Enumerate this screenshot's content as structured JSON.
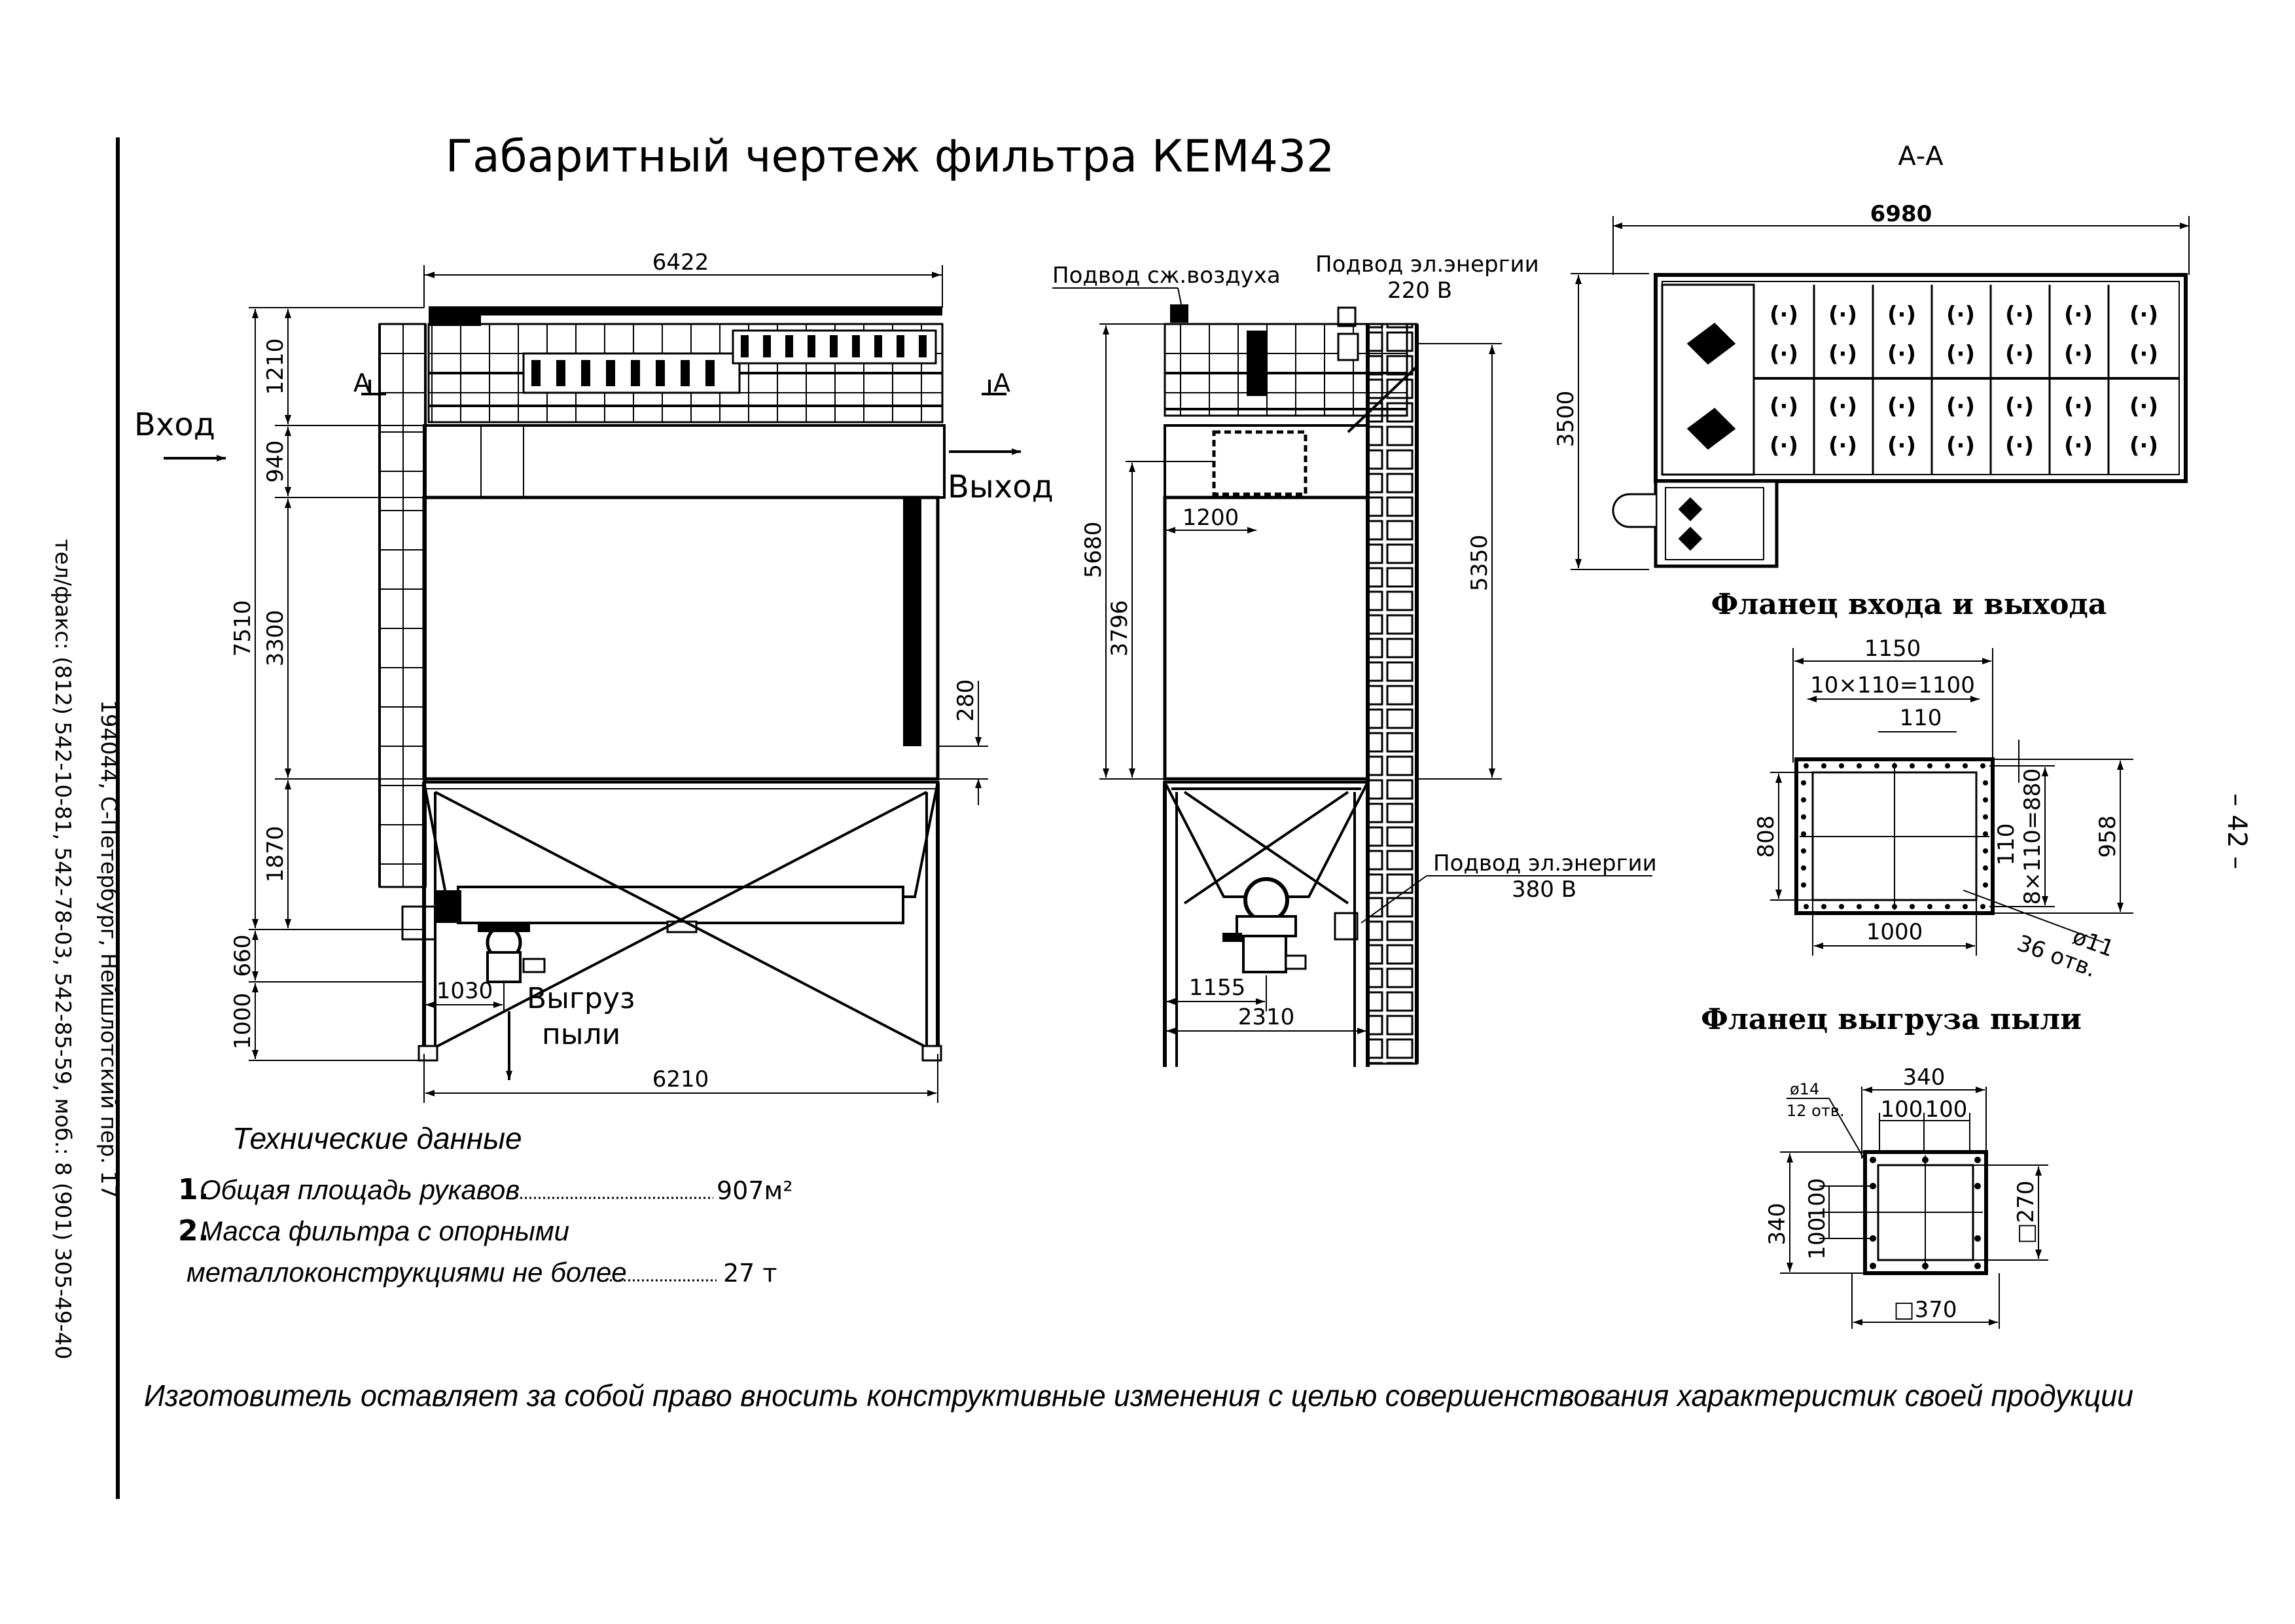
{
  "title": "Габаритный чертеж фильтра КЕМ432",
  "section_label": "А-А",
  "side_address": {
    "line1": "194044, С-Петербург, Нейшлотский пер. 17",
    "line2": "тел/факс: (812) 542-10-81, 542-78-03, 542-85-59, моб.: 8 (901) 305-49-40"
  },
  "page_number": "– 42 –",
  "front_view": {
    "inlet": "Вход",
    "outlet": "Выход",
    "dust_discharge_line1": "Выгруз",
    "dust_discharge_line2": "пыли",
    "section_mark_left": "А",
    "section_mark_right": "А",
    "dims": {
      "top_width": "6422",
      "bottom_width": "6210",
      "h1210": "1210",
      "h940": "940",
      "h3300": "3300",
      "h1870": "1870",
      "h660": "660",
      "h1000": "1000",
      "total_height": "7510",
      "h280": "280",
      "w1030": "1030"
    }
  },
  "side_view": {
    "air_supply": "Подвод сж.воздуха",
    "power_220_line1": "Подвод эл.энергии",
    "power_220_line2": "220 В",
    "power_380_line1": "Подвод эл.энергии",
    "power_380_line2": "380 В",
    "dims": {
      "h5680": "5680",
      "h3796": "3796",
      "h5350": "5350",
      "w1200": "1200",
      "w1155": "1155",
      "w2310": "2310"
    }
  },
  "plan_view": {
    "dims": {
      "width": "6980",
      "depth": "3500"
    }
  },
  "inlet_flange": {
    "title": "Фланец входа и выхода",
    "dims": {
      "outer_width": "1150",
      "bolt_span": "10×110=1100",
      "pitch_top": "110",
      "pitch_side": "110",
      "side_span": "8×110=880",
      "outer_height": "958",
      "inner_height": "808",
      "inner_width": "1000",
      "hole_dia": "ø11",
      "hole_count": "36 отв."
    }
  },
  "dust_flange": {
    "title": "Фланец выгруза пыли",
    "dims": {
      "hole_dia": "ø14",
      "hole_count": "12 отв.",
      "outer": "340",
      "pitch_top_1": "100",
      "pitch_top_2": "100",
      "outer_side": "340",
      "pitch_side_1": "100",
      "pitch_side_2": "100",
      "inner_square": "□270",
      "bottom_square": "□370"
    }
  },
  "tech_data": {
    "heading": "Технические данные",
    "item1_num": "1.",
    "item1_text": "Общая площадь рукавов",
    "item1_value": "907м²",
    "item2_num": "2.",
    "item2_text_line1": "Масса фильтра с опорными",
    "item2_text_line2": "металлоконструкциями не более",
    "item2_value": "27 т"
  },
  "disclaimer": "Изготовитель оставляет за собой право вносить конструктивные изменения с целью совершенствования характеристик своей продукции"
}
